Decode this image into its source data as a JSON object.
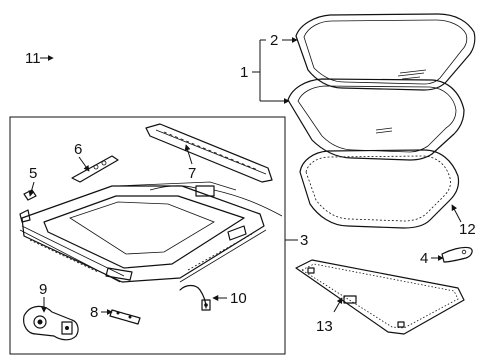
{
  "diagram": {
    "callouts": [
      {
        "id": "c1",
        "text": "1"
      },
      {
        "id": "c2",
        "text": "2"
      },
      {
        "id": "c3",
        "text": "3"
      },
      {
        "id": "c4",
        "text": "4"
      },
      {
        "id": "c5",
        "text": "5"
      },
      {
        "id": "c6",
        "text": "6"
      },
      {
        "id": "c7",
        "text": "7"
      },
      {
        "id": "c8",
        "text": "8"
      },
      {
        "id": "c9",
        "text": "9"
      },
      {
        "id": "c10",
        "text": "10"
      },
      {
        "id": "c11",
        "text": "11"
      },
      {
        "id": "c12",
        "text": "12"
      },
      {
        "id": "c13",
        "text": "13"
      }
    ]
  }
}
